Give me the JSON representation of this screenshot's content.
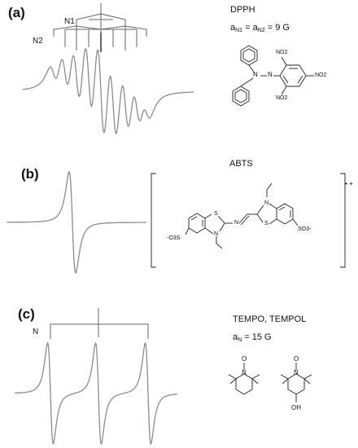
{
  "panel_a": {
    "label": "(a)",
    "compound": "DPPH",
    "coupling": {
      "prefix": "a",
      "n1": "N1",
      "eq": " = a",
      "n2": "N2",
      "value": " = 9 G"
    },
    "stick_labels": {
      "n1": "N1",
      "n2": "N2"
    },
    "atom_labels": {
      "no2_top": "NO2",
      "no2_right": "NO2",
      "no2_bottom": "NO2",
      "n_label": "N",
      "n_dot": "N"
    }
  },
  "panel_b": {
    "label": "(b)",
    "compound": "ABTS",
    "charge": "• +",
    "atom_labels": {
      "s_left": "S",
      "n_left": "N",
      "n_bridge": "N",
      "s_right": "S",
      "n_right": "N",
      "so3_left": "-O3S",
      "so3_right": "SO3-"
    }
  },
  "panel_c": {
    "label": "(c)",
    "compound": "TEMPO, TEMPOL",
    "coupling": {
      "prefix": "a",
      "sub": "N",
      "value": " = 15 G"
    },
    "stick_label": "N",
    "atom_labels": {
      "o1": "O",
      "n1": "N",
      "o2": "O",
      "n2": "N",
      "oh": "OH"
    }
  },
  "colors": {
    "trace": "#8c8c8c",
    "stick": "#666666",
    "text": "#111111"
  }
}
